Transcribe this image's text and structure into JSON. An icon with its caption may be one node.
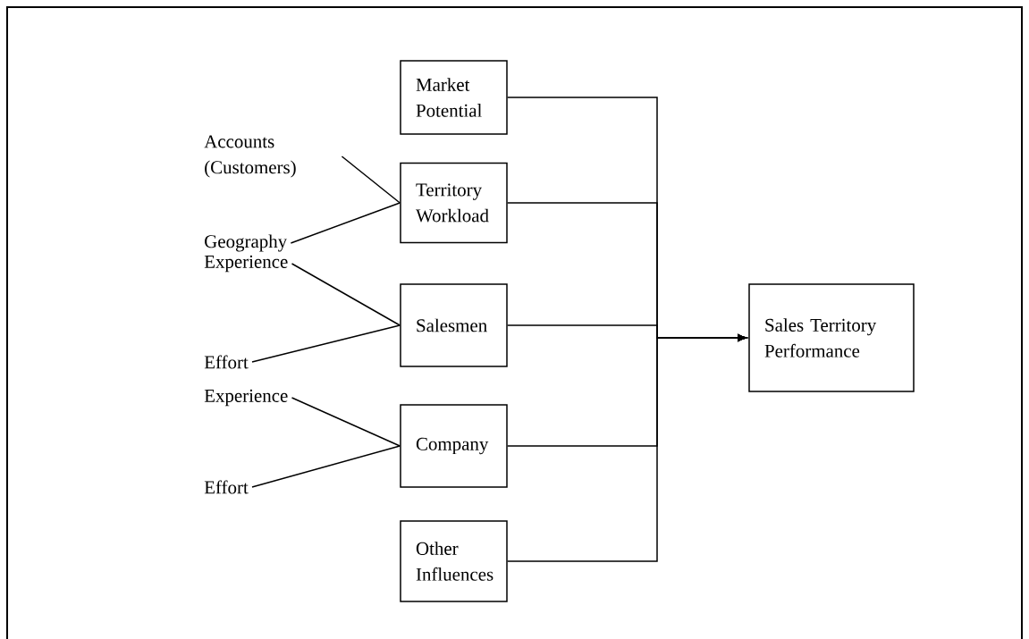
{
  "diagram": {
    "nodes": [
      {
        "text": [
          "Market Potential"
        ]
      },
      {
        "text": [
          "Territory Workload"
        ]
      },
      {
        "text": [
          "Salesmen"
        ]
      },
      {
        "text": [
          "Company"
        ]
      },
      {
        "text": [
          "Other Influences"
        ]
      },
      {
        "text": [
          "Sales Territory Performance"
        ]
      },
      {
        "text": [
          "Accounts (Customers)"
        ]
      },
      {
        "text": [
          "Geography"
        ]
      },
      {
        "text": [
          "Experience"
        ]
      },
      {
        "text": [
          "Effort"
        ]
      },
      {
        "text": [
          "Experience"
        ]
      },
      {
        "text": [
          "Effort"
        ]
      }
    ],
    "edges": [
      {
        "from": 6,
        "to": 1,
        "arrow": "none"
      },
      {
        "from": 7,
        "to": 1,
        "arrow": "none"
      },
      {
        "from": 8,
        "to": 2,
        "arrow": "none"
      },
      {
        "from": 9,
        "to": 2,
        "arrow": "none"
      },
      {
        "from": 10,
        "to": 3,
        "arrow": "none"
      },
      {
        "from": 11,
        "to": 3,
        "arrow": "none"
      },
      {
        "from": 0,
        "to": 5,
        "arrow": "to"
      },
      {
        "from": 1,
        "to": 5,
        "arrow": "to"
      },
      {
        "from": 2,
        "to": 5,
        "arrow": "to"
      },
      {
        "from": 3,
        "to": 5,
        "arrow": "to"
      },
      {
        "from": 4,
        "to": 5,
        "arrow": "to"
      }
    ]
  }
}
